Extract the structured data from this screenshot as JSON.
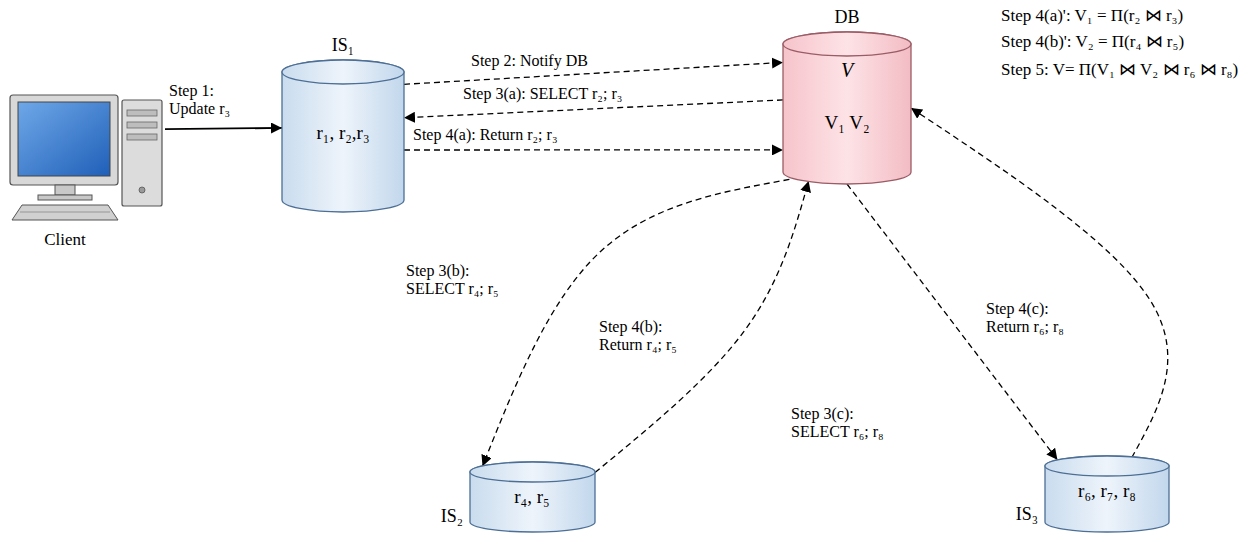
{
  "diagram": {
    "nodes": [
      {
        "text": [
          "Client"
        ]
      },
      {
        "text": [
          "IS₁",
          "r₁, r₂,r₃"
        ]
      },
      {
        "text": [
          "DB",
          "V",
          "V₁ V₂"
        ]
      },
      {
        "text": [
          "IS₂",
          "r₄, r₅"
        ]
      },
      {
        "text": [
          "IS₃",
          "r₆, r₇, r₈"
        ]
      }
    ],
    "edges": [
      {
        "from": 0,
        "to": 1,
        "arrow": "to",
        "label": "Step 1: Update r₃"
      },
      {
        "from": 1,
        "to": 2,
        "arrow": "to",
        "label": "Step 2: Notify DB"
      },
      {
        "from": 2,
        "to": 1,
        "arrow": "to",
        "label": "Step 3(a): SELECT r₂; r₃"
      },
      {
        "from": 1,
        "to": 2,
        "arrow": "to",
        "label": "Step 4(a): Return r₂; r₃"
      },
      {
        "from": 2,
        "to": 3,
        "arrow": "to",
        "label": "Step 3(b): SELECT r₄; r₅"
      },
      {
        "from": 3,
        "to": 2,
        "arrow": "to",
        "label": "Step 4(b): Return r₄; r₅"
      },
      {
        "from": 2,
        "to": 4,
        "arrow": "to",
        "label": "Step 3(c): SELECT r₆; r₈"
      },
      {
        "from": 4,
        "to": 2,
        "arrow": "to",
        "label": "Step 4(c): Return r₆; r₈"
      }
    ],
    "labels": [
      "Step 4(a)': V₁ = Π(r₂ ⋈ r₃)",
      "Step 4(b)': V₂ = Π(r₄ ⋈ r₅)",
      "Step 5: V= Π(V₁ ⋈ V₂ ⋈ r₆ ⋈ r₈)"
    ]
  }
}
